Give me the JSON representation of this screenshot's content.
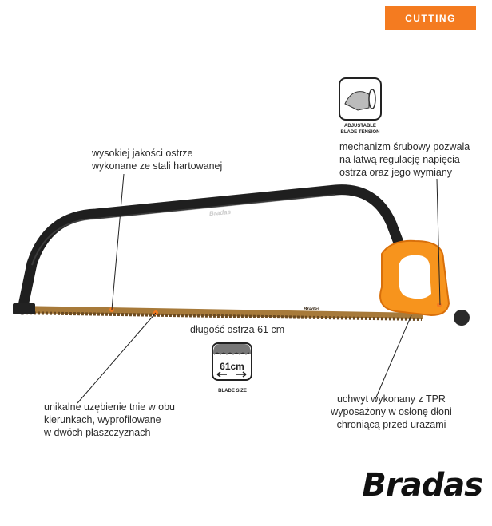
{
  "badge": {
    "label": "CUTTING",
    "color": "#f47b20"
  },
  "icons": {
    "tension": {
      "icon": "adjustable-tension-icon",
      "line1": "ADJUSTABLE",
      "line2": "BLADE TENSION"
    },
    "blade_size": {
      "icon": "blade-size-icon",
      "value": "61cm",
      "caption": "BLADE SIZE"
    }
  },
  "annotations": {
    "blade_quality": [
      "wysokiej jakości ostrze",
      "wykonane ze stali hartowanej"
    ],
    "tension_mechanism": [
      "mechanizm śrubowy pozwala",
      "na łatwą regulację napięcia",
      "ostrza oraz jego wymiany"
    ],
    "blade_length": "długość ostrza 61 cm",
    "teeth": [
      "unikalne uzębienie tnie w obu",
      "kierunkach, wyprofilowane",
      "w dwóch płaszczyznach"
    ],
    "handle": [
      "uchwyt wykonany z TPR",
      "wyposażony w osłonę dłoni",
      "chroniącą przed urazami"
    ]
  },
  "product": {
    "frame_brand": "Bradas",
    "blade_brand": "Bradas"
  },
  "logo": "Bradas"
}
